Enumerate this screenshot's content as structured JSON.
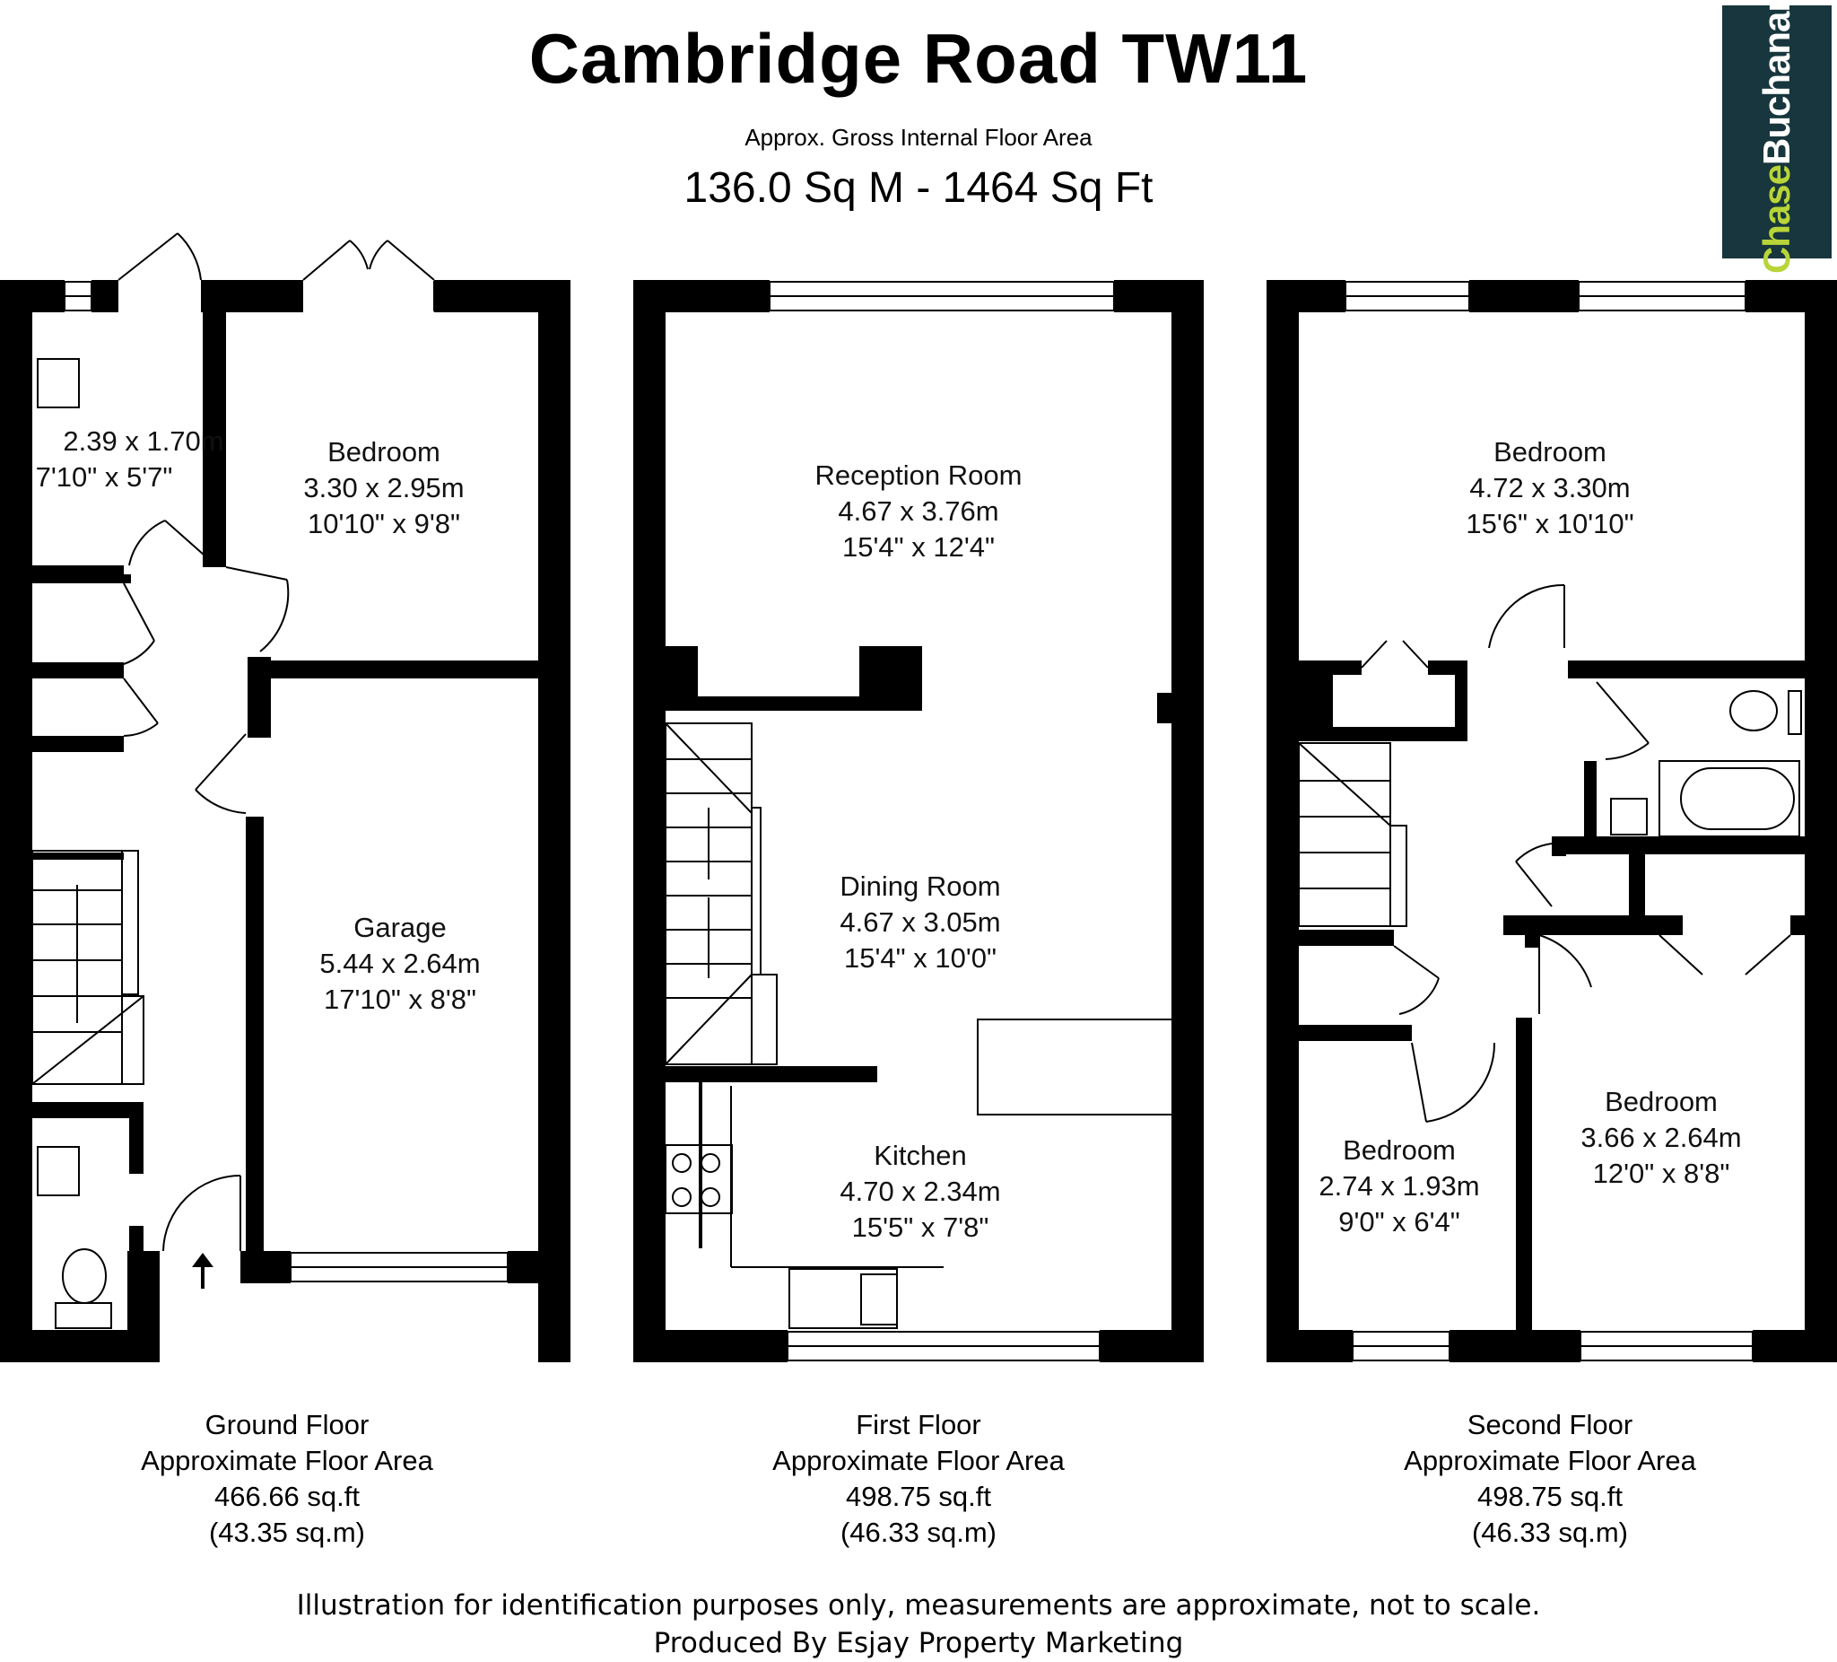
{
  "header": {
    "title": "Cambridge Road TW11",
    "subtitle": "Approx. Gross Internal Floor Area",
    "total_area": "136.0 Sq M - 1464 Sq Ft"
  },
  "logo": {
    "part1": "Chase",
    "part2": "Buchanan",
    "bg_color": "#17363d",
    "accent_color": "#b8d438"
  },
  "floors": [
    {
      "name": "Ground Floor",
      "area_label": "Approximate Floor Area",
      "sqft": "466.66 sq.ft",
      "sqm": "(43.35 sq.m)",
      "rooms": [
        {
          "name": "",
          "metric": "2.39 x 1.70m",
          "imperial": "7'10\" x 5'7\""
        },
        {
          "name": "Bedroom",
          "metric": "3.30 x 2.95m",
          "imperial": "10'10\" x 9'8\""
        },
        {
          "name": "Garage",
          "metric": "5.44 x 2.64m",
          "imperial": "17'10\" x 8'8\""
        }
      ]
    },
    {
      "name": "First Floor",
      "area_label": "Approximate Floor Area",
      "sqft": "498.75 sq.ft",
      "sqm": "(46.33 sq.m)",
      "rooms": [
        {
          "name": "Reception Room",
          "metric": "4.67 x 3.76m",
          "imperial": "15'4\" x 12'4\""
        },
        {
          "name": "Dining Room",
          "metric": "4.67 x 3.05m",
          "imperial": "15'4\" x 10'0\""
        },
        {
          "name": "Kitchen",
          "metric": "4.70 x 2.34m",
          "imperial": "15'5\" x 7'8\""
        }
      ]
    },
    {
      "name": "Second Floor",
      "area_label": "Approximate Floor Area",
      "sqft": "498.75 sq.ft",
      "sqm": "(46.33 sq.m)",
      "rooms": [
        {
          "name": "Bedroom",
          "metric": "4.72 x 3.30m",
          "imperial": "15'6\" x 10'10\""
        },
        {
          "name": "Bedroom",
          "metric": "3.66 x 2.64m",
          "imperial": "12'0\" x 8'8\""
        },
        {
          "name": "Bedroom",
          "metric": "2.74 x 1.93m",
          "imperial": "9'0\" x 6'4\""
        }
      ]
    }
  ],
  "footer": {
    "disclaimer": "Illustration for identification purposes only, measurements are approximate, not to scale.",
    "producer": "Produced By Esjay Property Marketing"
  }
}
